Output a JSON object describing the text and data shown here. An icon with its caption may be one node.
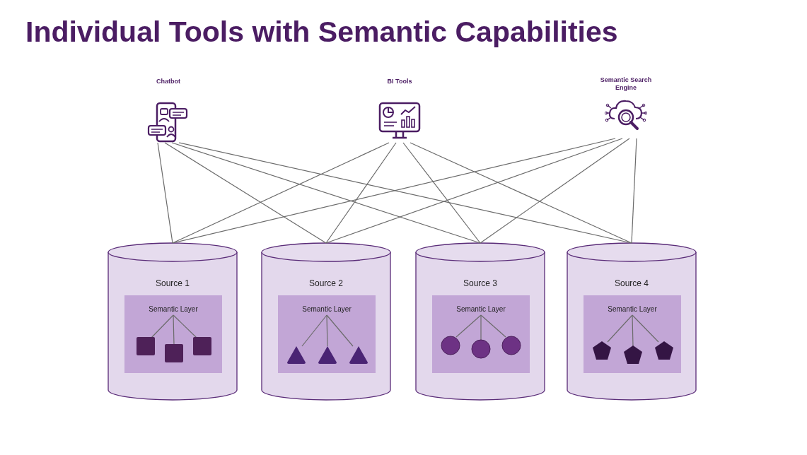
{
  "diagram": {
    "title": "Individual Tools with Semantic Capabilities",
    "nodes": [
      {
        "text": [
          "Chatbot"
        ]
      },
      {
        "text": [
          "BI Tools"
        ]
      },
      {
        "text": [
          "Semantic Search Engine"
        ]
      },
      {
        "text": [
          "Source 1"
        ]
      },
      {
        "text": [
          "Semantic Layer"
        ],
        "in": 3
      },
      {
        "text": [],
        "shape": "box",
        "in": 4
      },
      {
        "text": [],
        "shape": "box",
        "in": 4
      },
      {
        "text": [],
        "shape": "box",
        "in": 4
      },
      {
        "text": [
          "Source 2"
        ]
      },
      {
        "text": [
          "Semantic Layer"
        ],
        "in": 8
      },
      {
        "text": [],
        "shape": "triangle",
        "in": 9
      },
      {
        "text": [],
        "shape": "triangle",
        "in": 9
      },
      {
        "text": [],
        "shape": "triangle",
        "in": 9
      },
      {
        "text": [
          "Source 3"
        ]
      },
      {
        "text": [
          "Semantic Layer"
        ],
        "in": 13
      },
      {
        "text": [],
        "shape": "circle",
        "in": 14
      },
      {
        "text": [],
        "shape": "circle",
        "in": 14
      },
      {
        "text": [],
        "shape": "circle",
        "in": 14
      },
      {
        "text": [
          "Source 4"
        ]
      },
      {
        "text": [
          "Semantic Layer"
        ],
        "in": 18
      },
      {
        "text": [],
        "shape": "pentagon",
        "in": 19
      },
      {
        "text": [],
        "shape": "pentagon",
        "in": 19
      },
      {
        "text": [],
        "shape": "pentagon",
        "in": 19
      }
    ],
    "edges": [
      {
        "from": 0,
        "to": 3,
        "arrow": "none"
      },
      {
        "from": 0,
        "to": 8,
        "arrow": "none"
      },
      {
        "from": 0,
        "to": 13,
        "arrow": "none"
      },
      {
        "from": 0,
        "to": 18,
        "arrow": "none"
      },
      {
        "from": 1,
        "to": 3,
        "arrow": "none"
      },
      {
        "from": 1,
        "to": 8,
        "arrow": "none"
      },
      {
        "from": 1,
        "to": 13,
        "arrow": "none"
      },
      {
        "from": 1,
        "to": 18,
        "arrow": "none"
      },
      {
        "from": 2,
        "to": 3,
        "arrow": "none"
      },
      {
        "from": 2,
        "to": 8,
        "arrow": "none"
      },
      {
        "from": 2,
        "to": 13,
        "arrow": "none"
      },
      {
        "from": 2,
        "to": 18,
        "arrow": "none"
      },
      {
        "from": 4,
        "to": 5,
        "arrow": "none"
      },
      {
        "from": 4,
        "to": 6,
        "arrow": "none"
      },
      {
        "from": 4,
        "to": 7,
        "arrow": "none"
      },
      {
        "from": 9,
        "to": 10,
        "arrow": "none"
      },
      {
        "from": 9,
        "to": 11,
        "arrow": "none"
      },
      {
        "from": 9,
        "to": 12,
        "arrow": "none"
      },
      {
        "from": 14,
        "to": 15,
        "arrow": "none"
      },
      {
        "from": 14,
        "to": 16,
        "arrow": "none"
      },
      {
        "from": 14,
        "to": 17,
        "arrow": "none"
      },
      {
        "from": 19,
        "to": 20,
        "arrow": "none"
      },
      {
        "from": 19,
        "to": 21,
        "arrow": "none"
      },
      {
        "from": 19,
        "to": 22,
        "arrow": "none"
      }
    ]
  }
}
